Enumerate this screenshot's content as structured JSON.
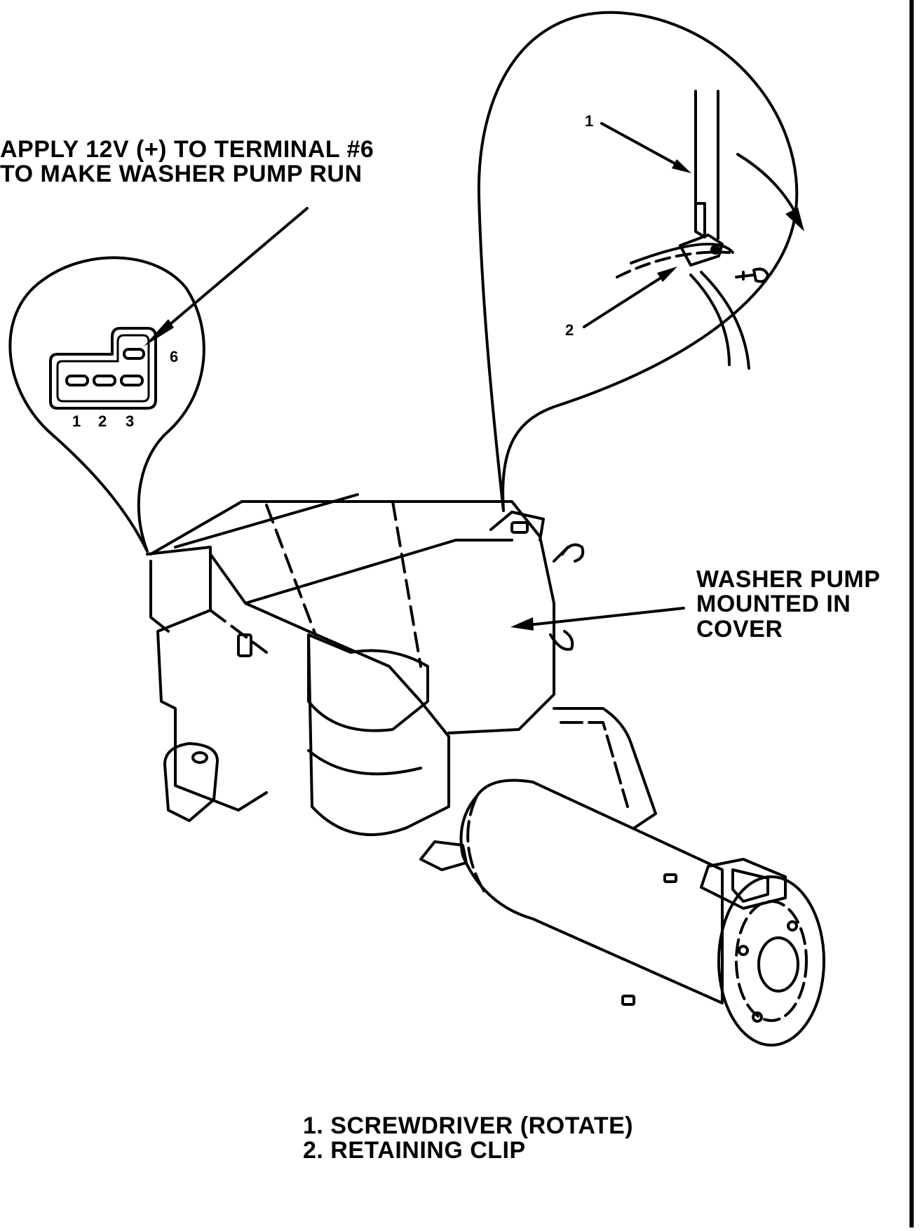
{
  "instruction": {
    "line1": "APPLY 12V (+) TO TERMINAL #6",
    "line2": "TO MAKE WASHER PUMP RUN"
  },
  "connector": {
    "pins_bottom": [
      "1",
      "2",
      "3"
    ],
    "pin_top": "6"
  },
  "pump_label": {
    "line1": "WASHER PUMP",
    "line2": "MOUNTED IN",
    "line3": "COVER"
  },
  "detail_callouts": [
    "1",
    "2"
  ],
  "legend": {
    "items": [
      "1. SCREWDRIVER (ROTATE)",
      "2. RETAINING CLIP"
    ]
  }
}
